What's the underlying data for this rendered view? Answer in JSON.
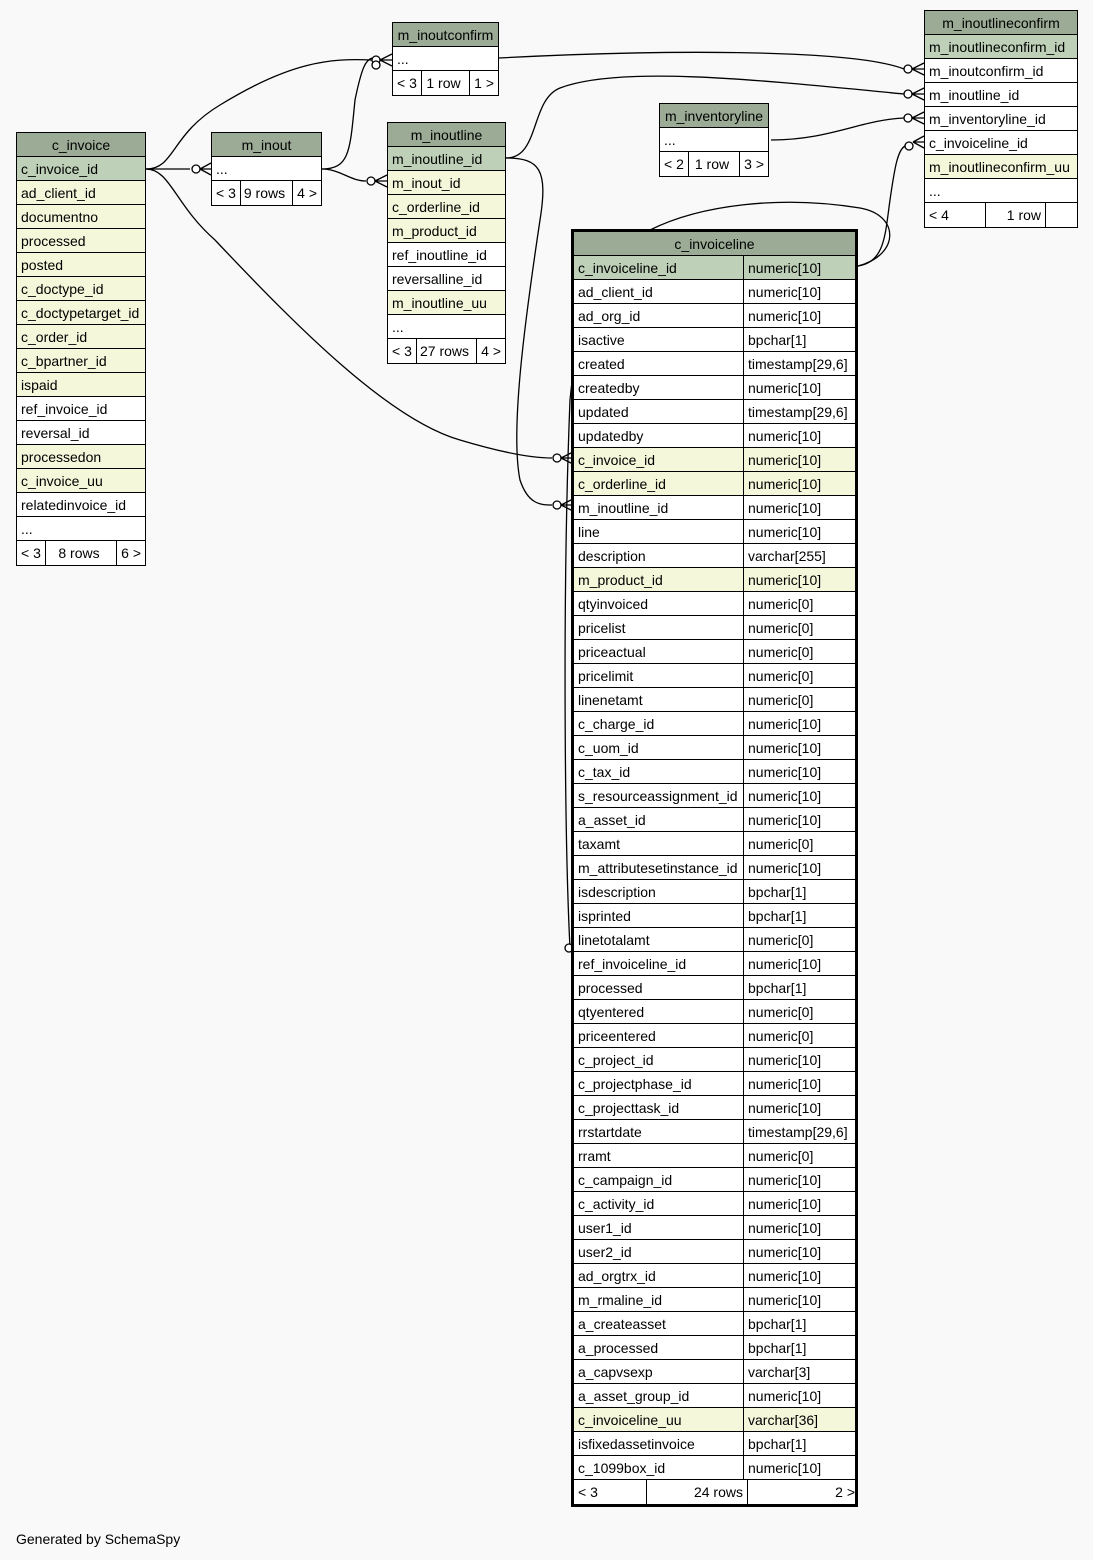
{
  "footer": "Generated by SchemaSpy",
  "tables": {
    "c_invoice": {
      "name": "c_invoice",
      "columns": [
        {
          "name": "c_invoice_id",
          "key": "pk"
        },
        {
          "name": "ad_client_id",
          "key": "fk"
        },
        {
          "name": "documentno",
          "key": "fk"
        },
        {
          "name": "processed",
          "key": "fk"
        },
        {
          "name": "posted",
          "key": "fk"
        },
        {
          "name": "c_doctype_id",
          "key": "fk"
        },
        {
          "name": "c_doctypetarget_id",
          "key": "fk"
        },
        {
          "name": "c_order_id",
          "key": "fk"
        },
        {
          "name": "c_bpartner_id",
          "key": "fk"
        },
        {
          "name": "ispaid",
          "key": "fk"
        },
        {
          "name": "ref_invoice_id",
          "key": ""
        },
        {
          "name": "reversal_id",
          "key": ""
        },
        {
          "name": "processedon",
          "key": "fk"
        },
        {
          "name": "c_invoice_uu",
          "key": "fk"
        },
        {
          "name": "relatedinvoice_id",
          "key": ""
        },
        {
          "name": "...",
          "key": ""
        }
      ],
      "footer": [
        "< 3",
        "8 rows",
        "6 >"
      ]
    },
    "m_inout": {
      "name": "m_inout",
      "columns": [
        {
          "name": "...",
          "key": ""
        }
      ],
      "footer": [
        "< 3",
        "9 rows",
        "4 >"
      ]
    },
    "m_inoutconfirm": {
      "name": "m_inoutconfirm",
      "columns": [
        {
          "name": "...",
          "key": ""
        }
      ],
      "footer": [
        "< 3",
        "1 row",
        "1 >"
      ]
    },
    "m_inoutline": {
      "name": "m_inoutline",
      "columns": [
        {
          "name": "m_inoutline_id",
          "key": "pk"
        },
        {
          "name": "m_inout_id",
          "key": "fk"
        },
        {
          "name": "c_orderline_id",
          "key": "fk"
        },
        {
          "name": "m_product_id",
          "key": "fk"
        },
        {
          "name": "ref_inoutline_id",
          "key": ""
        },
        {
          "name": "reversalline_id",
          "key": ""
        },
        {
          "name": "m_inoutline_uu",
          "key": "fk"
        },
        {
          "name": "...",
          "key": ""
        }
      ],
      "footer": [
        "< 3",
        "27 rows",
        "4 >"
      ]
    },
    "m_inventoryline": {
      "name": "m_inventoryline",
      "columns": [
        {
          "name": "...",
          "key": ""
        }
      ],
      "footer": [
        "< 2",
        "1 row",
        "3 >"
      ]
    },
    "m_inoutlineconfirm": {
      "name": "m_inoutlineconfirm",
      "columns": [
        {
          "name": "m_inoutlineconfirm_id",
          "key": "pk"
        },
        {
          "name": "m_inoutconfirm_id",
          "key": ""
        },
        {
          "name": "m_inoutline_id",
          "key": ""
        },
        {
          "name": "m_inventoryline_id",
          "key": ""
        },
        {
          "name": "c_invoiceline_id",
          "key": ""
        },
        {
          "name": "m_inoutlineconfirm_uu",
          "key": "fk"
        },
        {
          "name": "...",
          "key": ""
        }
      ],
      "footer": [
        "< 4",
        "1 row",
        ""
      ]
    },
    "c_invoiceline": {
      "name": "c_invoiceline",
      "columns": [
        {
          "name": "c_invoiceline_id",
          "type": "numeric[10]",
          "key": "pk"
        },
        {
          "name": "ad_client_id",
          "type": "numeric[10]",
          "key": ""
        },
        {
          "name": "ad_org_id",
          "type": "numeric[10]",
          "key": ""
        },
        {
          "name": "isactive",
          "type": "bpchar[1]",
          "key": ""
        },
        {
          "name": "created",
          "type": "timestamp[29,6]",
          "key": ""
        },
        {
          "name": "createdby",
          "type": "numeric[10]",
          "key": ""
        },
        {
          "name": "updated",
          "type": "timestamp[29,6]",
          "key": ""
        },
        {
          "name": "updatedby",
          "type": "numeric[10]",
          "key": ""
        },
        {
          "name": "c_invoice_id",
          "type": "numeric[10]",
          "key": "fk"
        },
        {
          "name": "c_orderline_id",
          "type": "numeric[10]",
          "key": "fk"
        },
        {
          "name": "m_inoutline_id",
          "type": "numeric[10]",
          "key": ""
        },
        {
          "name": "line",
          "type": "numeric[10]",
          "key": ""
        },
        {
          "name": "description",
          "type": "varchar[255]",
          "key": ""
        },
        {
          "name": "m_product_id",
          "type": "numeric[10]",
          "key": "fk"
        },
        {
          "name": "qtyinvoiced",
          "type": "numeric[0]",
          "key": ""
        },
        {
          "name": "pricelist",
          "type": "numeric[0]",
          "key": ""
        },
        {
          "name": "priceactual",
          "type": "numeric[0]",
          "key": ""
        },
        {
          "name": "pricelimit",
          "type": "numeric[0]",
          "key": ""
        },
        {
          "name": "linenetamt",
          "type": "numeric[0]",
          "key": ""
        },
        {
          "name": "c_charge_id",
          "type": "numeric[10]",
          "key": ""
        },
        {
          "name": "c_uom_id",
          "type": "numeric[10]",
          "key": ""
        },
        {
          "name": "c_tax_id",
          "type": "numeric[10]",
          "key": ""
        },
        {
          "name": "s_resourceassignment_id",
          "type": "numeric[10]",
          "key": ""
        },
        {
          "name": "a_asset_id",
          "type": "numeric[10]",
          "key": ""
        },
        {
          "name": "taxamt",
          "type": "numeric[0]",
          "key": ""
        },
        {
          "name": "m_attributesetinstance_id",
          "type": "numeric[10]",
          "key": ""
        },
        {
          "name": "isdescription",
          "type": "bpchar[1]",
          "key": ""
        },
        {
          "name": "isprinted",
          "type": "bpchar[1]",
          "key": ""
        },
        {
          "name": "linetotalamt",
          "type": "numeric[0]",
          "key": ""
        },
        {
          "name": "ref_invoiceline_id",
          "type": "numeric[10]",
          "key": ""
        },
        {
          "name": "processed",
          "type": "bpchar[1]",
          "key": ""
        },
        {
          "name": "qtyentered",
          "type": "numeric[0]",
          "key": ""
        },
        {
          "name": "priceentered",
          "type": "numeric[0]",
          "key": ""
        },
        {
          "name": "c_project_id",
          "type": "numeric[10]",
          "key": ""
        },
        {
          "name": "c_projectphase_id",
          "type": "numeric[10]",
          "key": ""
        },
        {
          "name": "c_projecttask_id",
          "type": "numeric[10]",
          "key": ""
        },
        {
          "name": "rrstartdate",
          "type": "timestamp[29,6]",
          "key": ""
        },
        {
          "name": "rramt",
          "type": "numeric[0]",
          "key": ""
        },
        {
          "name": "c_campaign_id",
          "type": "numeric[10]",
          "key": ""
        },
        {
          "name": "c_activity_id",
          "type": "numeric[10]",
          "key": ""
        },
        {
          "name": "user1_id",
          "type": "numeric[10]",
          "key": ""
        },
        {
          "name": "user2_id",
          "type": "numeric[10]",
          "key": ""
        },
        {
          "name": "ad_orgtrx_id",
          "type": "numeric[10]",
          "key": ""
        },
        {
          "name": "m_rmaline_id",
          "type": "numeric[10]",
          "key": ""
        },
        {
          "name": "a_createasset",
          "type": "bpchar[1]",
          "key": ""
        },
        {
          "name": "a_processed",
          "type": "bpchar[1]",
          "key": ""
        },
        {
          "name": "a_capvsexp",
          "type": "varchar[3]",
          "key": ""
        },
        {
          "name": "a_asset_group_id",
          "type": "numeric[10]",
          "key": ""
        },
        {
          "name": "c_invoiceline_uu",
          "type": "varchar[36]",
          "key": "fk"
        },
        {
          "name": "isfixedassetinvoice",
          "type": "bpchar[1]",
          "key": ""
        },
        {
          "name": "c_1099box_id",
          "type": "numeric[10]",
          "key": ""
        }
      ],
      "footer": [
        "< 3",
        "24 rows",
        "2 >"
      ]
    }
  }
}
